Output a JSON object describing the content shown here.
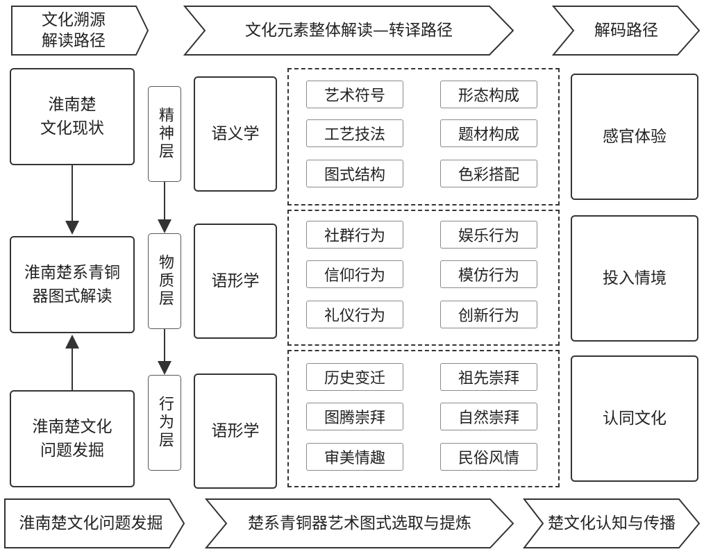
{
  "top_banners": [
    {
      "label": "文化溯源\n解读路径"
    },
    {
      "label": "文化元素整体解读—转译路径"
    },
    {
      "label": "解码路径"
    }
  ],
  "bottom_banners": [
    {
      "label": "淮南楚文化问题发掘"
    },
    {
      "label": "楚系青铜器艺术图式选取与提炼"
    },
    {
      "label": "楚文化认知与传播"
    }
  ],
  "left_column": [
    {
      "label": "淮南楚\n文化现状"
    },
    {
      "label": "淮南楚系青铜\n器图式解读"
    },
    {
      "label": "淮南楚文化\n问题发掘"
    }
  ],
  "layers": [
    {
      "label": "精神层"
    },
    {
      "label": "物质层"
    },
    {
      "label": "行为层"
    }
  ],
  "disciplines": [
    {
      "label": "语义学"
    },
    {
      "label": "语形学"
    },
    {
      "label": "语形学"
    }
  ],
  "groups": [
    {
      "items": [
        "艺术符号",
        "形态构成",
        "工艺技法",
        "题材构成",
        "图式结构",
        "色彩搭配"
      ]
    },
    {
      "items": [
        "社群行为",
        "娱乐行为",
        "信仰行为",
        "模仿行为",
        "礼仪行为",
        "创新行为"
      ]
    },
    {
      "items": [
        "历史变迁",
        "祖先崇拜",
        "图腾崇拜",
        "自然崇拜",
        "审美情趣",
        "民俗风情"
      ]
    }
  ],
  "right_column": [
    {
      "label": "感官体验"
    },
    {
      "label": "投入情境"
    },
    {
      "label": "认同文化"
    }
  ],
  "colors": {
    "stroke": "#333333",
    "element_border": "#8a8a8a",
    "background": "#ffffff"
  }
}
